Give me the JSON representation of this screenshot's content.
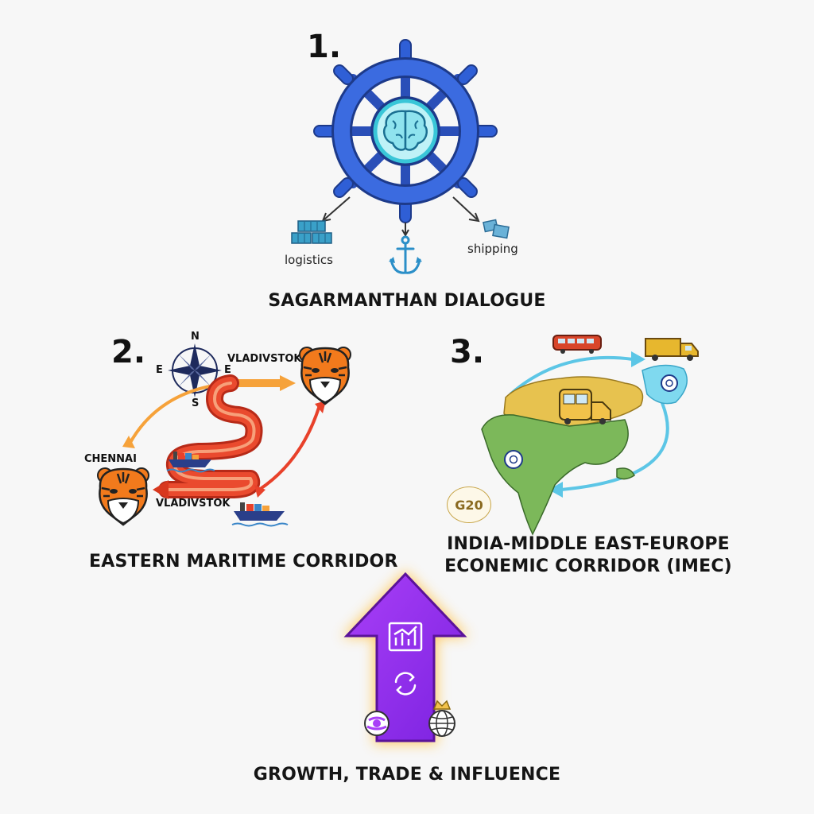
{
  "sections": [
    {
      "number": "1.",
      "title": "SAGARMANTHAN DIALOGUE",
      "labels": {
        "logistics": "logistics",
        "shipping": "shipping"
      }
    },
    {
      "number": "2.",
      "title": "EASTERN MARITIME CORRIDOR",
      "labels": {
        "vladivostok_top": "VLADIVSTOK",
        "chennai": "CHENNAI",
        "vladivostok_bottom": "VLADIVSTOK",
        "compass": {
          "n": "N",
          "s": "S",
          "e": "E",
          "w": "E"
        }
      }
    },
    {
      "number": "3.",
      "title_line1": "INDIA-MIDDLE EAST-EUROPE",
      "title_line2": "ECONEMIC CORRIDOR (IMEC)",
      "labels": {
        "g20": "G20"
      }
    },
    {
      "title": "GROWTH, TRADE & INFLUENCE"
    }
  ],
  "colors": {
    "wheel_blue": "#2f5fd6",
    "arrow_purple": "#9b2bf0",
    "arrow_glow": "#ffcc66",
    "corridor_red": "#e8412a",
    "corridor_orange": "#f6a23a",
    "route_cyan": "#5cc6e6",
    "land_green": "#7cb85a",
    "land_yellow": "#e7c24f"
  }
}
